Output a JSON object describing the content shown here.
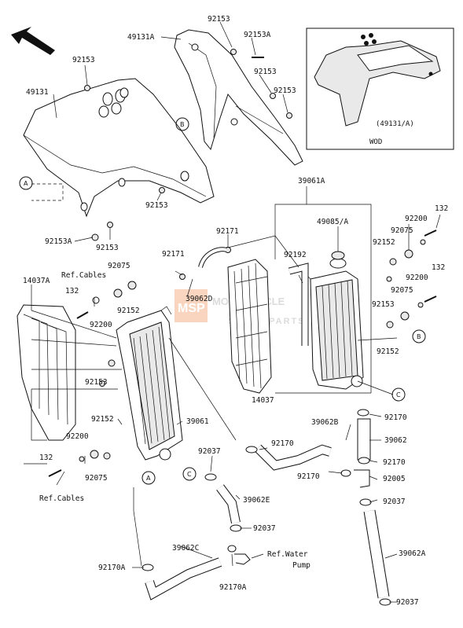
{
  "labels": {
    "p92153_top": "92153",
    "p49131A": "49131A",
    "p92153A_top": "92153A",
    "p92153_r1": "92153",
    "p92153_r2": "92153",
    "p92153_l": "92153",
    "p49131": "49131",
    "p92153_mid": "92153",
    "p92153A_low": "92153A",
    "p92153_low": "92153",
    "p39061A": "39061A",
    "p49085A": "49085/A",
    "p132_r1": "132",
    "p92200_r1": "92200",
    "p92075_r1": "92075",
    "p92152_r1": "92152",
    "p92171_a": "92171",
    "p92171_b": "92171",
    "p92192": "92192",
    "p132_r2": "132",
    "p92200_r2": "92200",
    "p92075_r2": "92075",
    "p14037A": "14037A",
    "ref_cables_top": "Ref.Cables",
    "p92075_l": "92075",
    "p132_l": "132",
    "p39062D": "39062D",
    "p92153_r3": "92153",
    "p92200_l": "92200",
    "p92152_l": "92152",
    "p92152_r2": "92152",
    "p92153_l2": "92153",
    "p14037": "14037",
    "p92152_l2": "92152",
    "p39061": "39061",
    "p92170_r1": "92170",
    "p39062B": "39062B",
    "p39062": "39062",
    "p92200_l2": "92200",
    "p92170_m": "92170",
    "p92037_a": "92037",
    "p92170_r2": "92170",
    "p132_l2": "132",
    "p92075_l2": "92075",
    "p92170_r3": "92170",
    "p92005": "92005",
    "ref_cables_bot": "Ref.Cables",
    "p39062E": "39062E",
    "p92037_r": "92037",
    "p92037_m": "92037",
    "p39062C": "39062C",
    "ref_water_pump_1": "Ref.Water",
    "ref_water_pump_2": "Pump",
    "p39062A": "39062A",
    "p92170A_l": "92170A",
    "p92170A_m": "92170A",
    "p92037_bot": "92037"
  },
  "callouts": {
    "A": "A",
    "B": "B",
    "C": "C"
  },
  "inset": {
    "caption": "(49131/A)",
    "variant": "WOD"
  },
  "watermark": {
    "line1": "MOTORCYCLE",
    "line2": "SPARE PARTS",
    "logo": "MSP"
  },
  "icons": {
    "direction_arrow": "arrow-icon"
  }
}
